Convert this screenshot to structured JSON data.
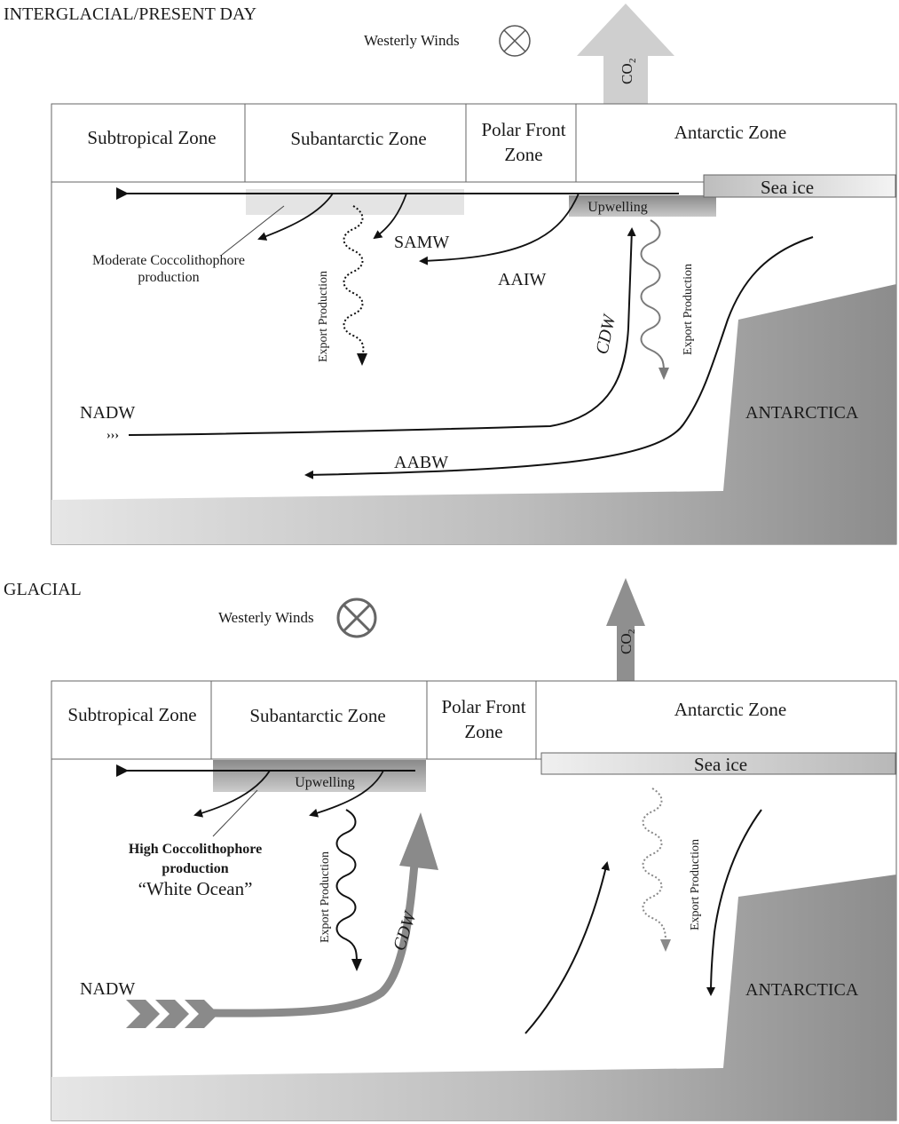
{
  "interglacial": {
    "heading": "INTERGLACIAL/PRESENT DAY",
    "westerly_label": "Westerly Winds",
    "co2_label": "CO",
    "co2_sub": "2",
    "zones": {
      "subtropical": "Subtropical Zone",
      "subantarctic": "Subantarctic Zone",
      "polar_front_1": "Polar Front",
      "polar_front_2": "Zone",
      "antarctic": "Antarctic Zone"
    },
    "sea_ice": "Sea ice",
    "upwelling": "Upwelling",
    "coccolith_1": "Moderate  Coccolithophore",
    "coccolith_2": "production",
    "samw": "SAMW",
    "aaiw": "AAIW",
    "cdw": "CDW",
    "nadw": "NADW",
    "aabw": "AABW",
    "antarctica": "ANTARCTICA",
    "export_left": "Export Production",
    "export_right": "Export Production"
  },
  "glacial": {
    "heading": "GLACIAL",
    "westerly_label": "Westerly Winds",
    "co2_label": "CO",
    "co2_sub": "2",
    "zones": {
      "subtropical": "Subtropical Zone",
      "subantarctic": "Subantarctic Zone",
      "polar_front_1": "Polar Front",
      "polar_front_2": "Zone",
      "antarctic": "Antarctic Zone"
    },
    "sea_ice": "Sea ice",
    "upwelling": "Upwelling",
    "coccolith_1": "High Coccolithophore",
    "coccolith_2": "production",
    "white_ocean": "“White Ocean”",
    "cdw": "CDW",
    "nadw": "NADW",
    "antarctica": "ANTARCTICA",
    "export_left": "Export Production",
    "export_right": "Export Production"
  }
}
